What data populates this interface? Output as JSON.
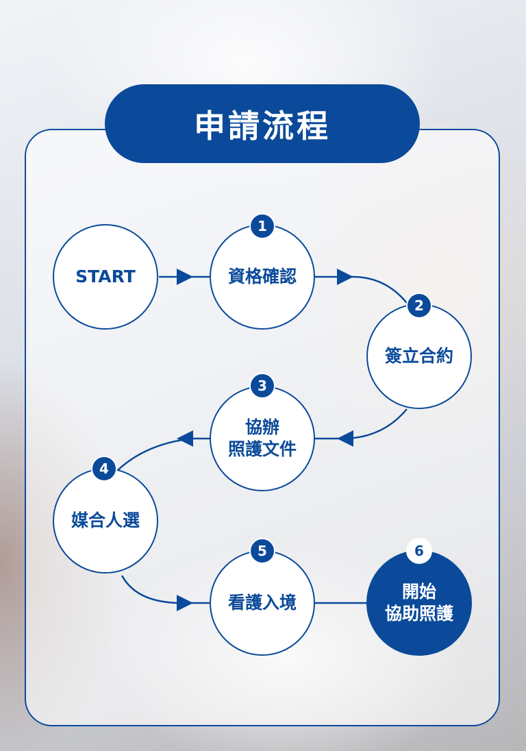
{
  "title": "申請流程",
  "colors": {
    "primary": "#0b4a9a",
    "node_fill": "#ffffff"
  },
  "nodes": [
    {
      "id": "start",
      "lines": [
        "START"
      ]
    },
    {
      "id": "step1",
      "step": "1",
      "lines": [
        "資格確認"
      ]
    },
    {
      "id": "step2",
      "step": "2",
      "lines": [
        "簽立合約"
      ]
    },
    {
      "id": "step3",
      "step": "3",
      "lines": [
        "協辦",
        "照護文件"
      ]
    },
    {
      "id": "step4",
      "step": "4",
      "lines": [
        "媒合人選"
      ]
    },
    {
      "id": "step5",
      "step": "5",
      "lines": [
        "看護入境"
      ]
    },
    {
      "id": "step6",
      "step": "6",
      "lines": [
        "開始",
        "協助照護"
      ]
    }
  ]
}
